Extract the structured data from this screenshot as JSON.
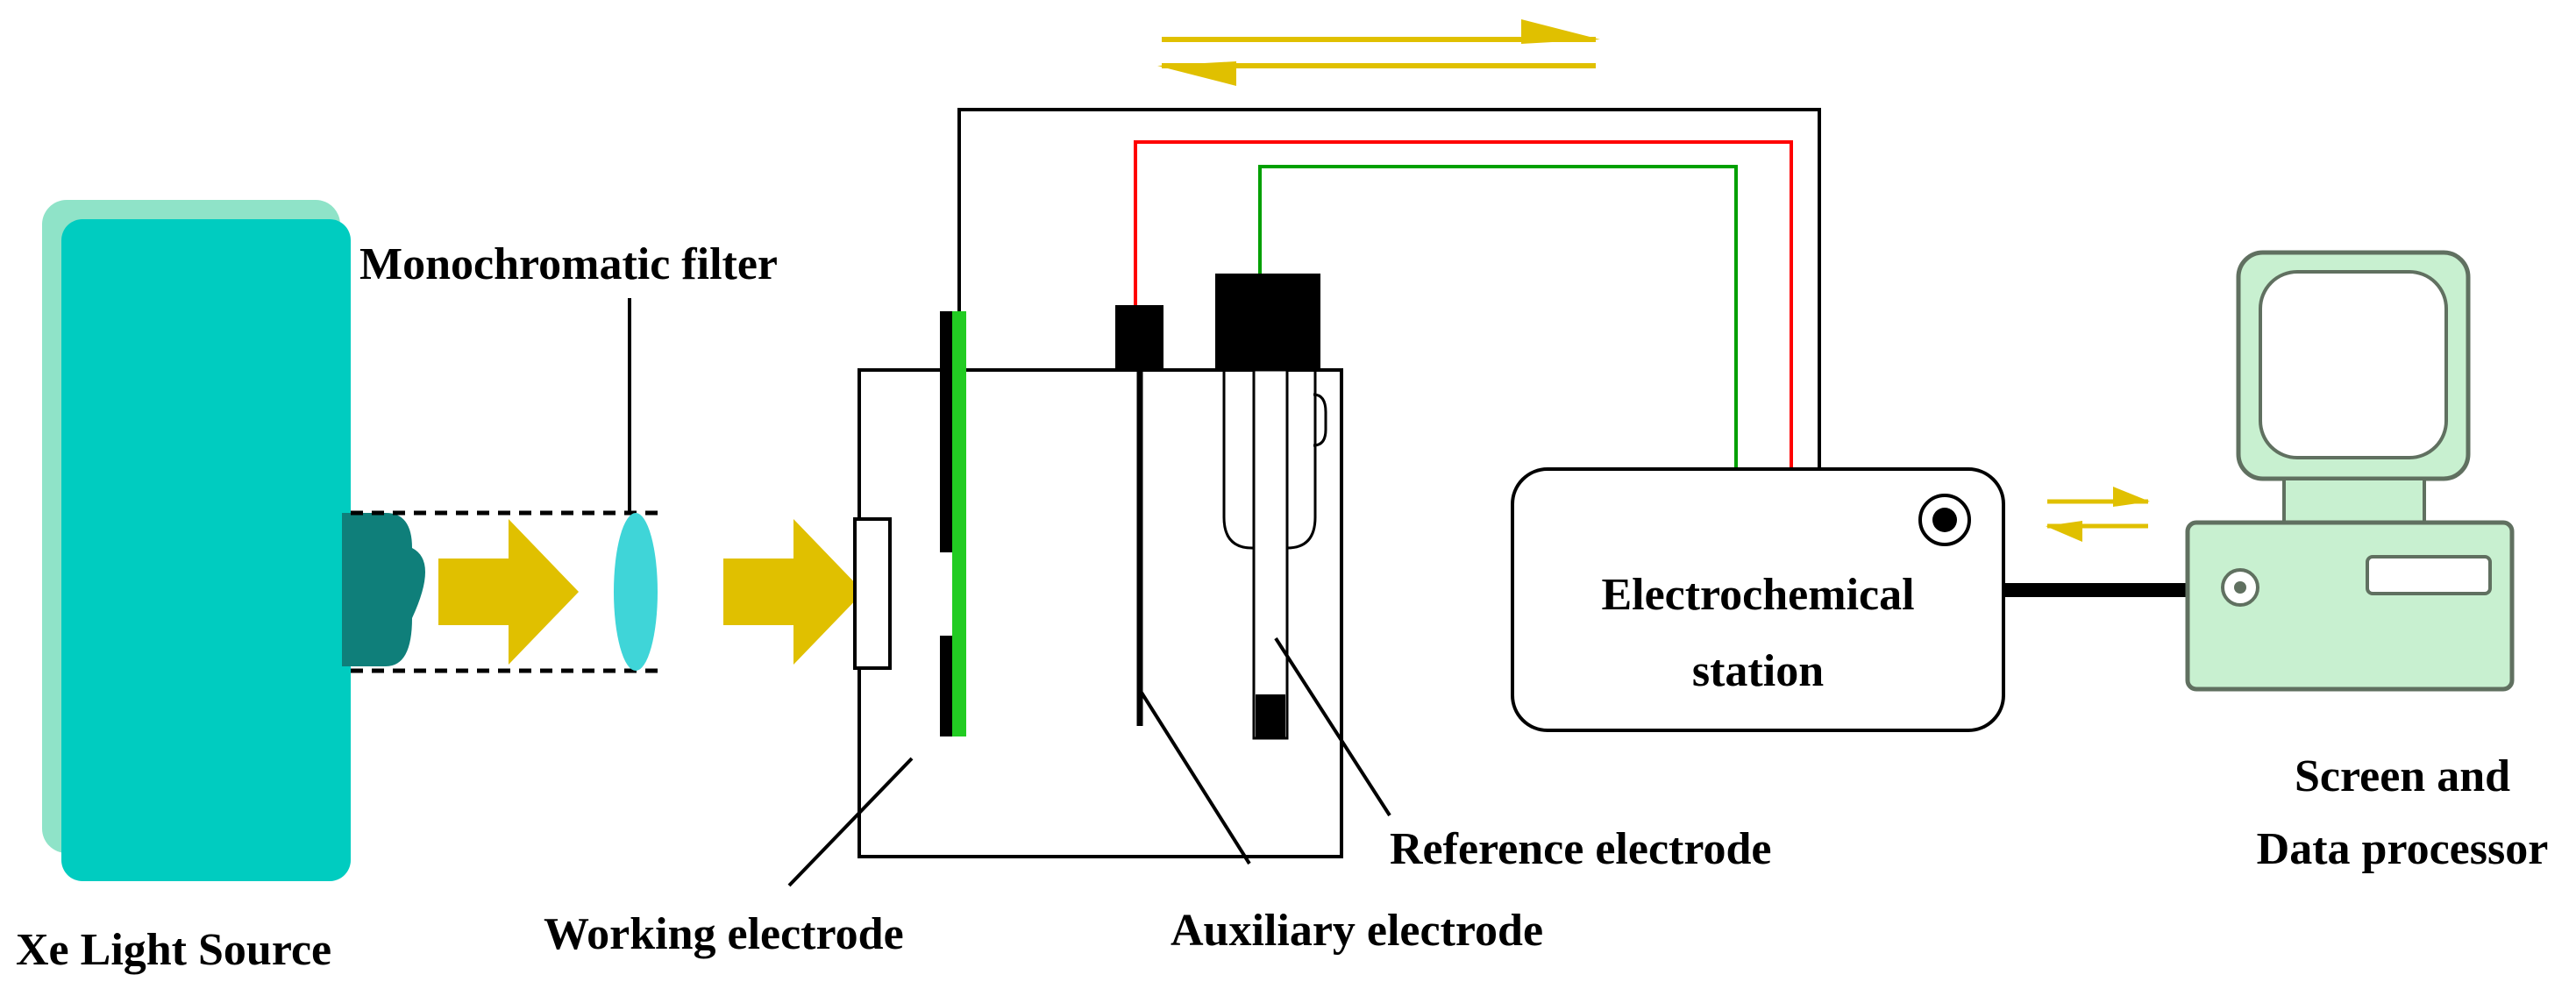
{
  "labels": {
    "light_source": "Xe Light Source",
    "filter": "Monochromatic filter",
    "working_electrode": "Working electrode",
    "auxiliary_electrode": "Auxiliary electrode",
    "reference_electrode": "Reference electrode",
    "station_line1": "Electrochemical",
    "station_line2": "station",
    "computer_line1": "Screen and",
    "computer_line2": "Data processor"
  },
  "colors": {
    "light_source_front": "#00ccc0",
    "light_source_back": "#8fe3c8",
    "lamp_head": "#0f7f7a",
    "filter_lens": "#3fd5d8",
    "arrow_yellow": "#e0c000",
    "wire_black": "#000000",
    "wire_red": "#ff0000",
    "wire_green": "#00a000",
    "working_electrode_green": "#22cc22",
    "computer_body": "#c8f0d0",
    "computer_outline": "#607060"
  },
  "icons": {
    "light_source": "xe-lamp-icon",
    "filter": "lens-icon",
    "cell": "electrolytic-cell-icon",
    "station": "potentiostat-icon",
    "computer": "desktop-computer-icon"
  }
}
